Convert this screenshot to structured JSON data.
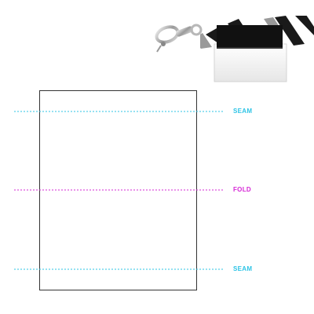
{
  "guides": [
    {
      "key": "seam_top",
      "label": "SEAM",
      "color": "#2ec4e6"
    },
    {
      "key": "fold",
      "label": "FOLD",
      "color": "#d627d6"
    },
    {
      "key": "seam_bottom",
      "label": "SEAM",
      "color": "#2ec4e6"
    }
  ],
  "product": {
    "strap_colors": [
      "#1a1a1a",
      "#9a9a9a",
      "#ffffff"
    ],
    "hardware": "lobster-clasp"
  }
}
